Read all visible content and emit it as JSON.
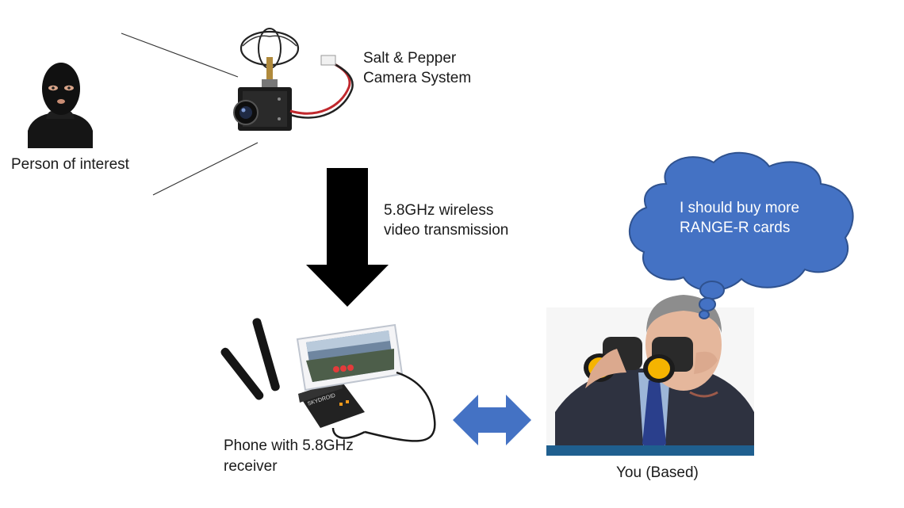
{
  "labels": {
    "person": "Person of interest",
    "camera_line1": "Salt & Pepper",
    "camera_line2": "Camera System",
    "transmission_line1": "5.8GHz wireless",
    "transmission_line2": "video transmission",
    "receiver_line1": "Phone with 5.8GHz",
    "receiver_line2": "receiver",
    "observer": "You (Based)"
  },
  "thought": {
    "line1": "I should buy more",
    "line2": "RANGE-R cards"
  },
  "colors": {
    "cloud_fill": "#4472c4",
    "cloud_stroke": "#2f528f",
    "double_arrow": "#4472c4",
    "down_arrow": "#000000"
  },
  "icons": {
    "person": "balaclava-person-icon",
    "camera": "fpv-camera-icon",
    "receiver": "receiver-with-phone-icon",
    "observer": "man-with-binoculars-icon"
  }
}
